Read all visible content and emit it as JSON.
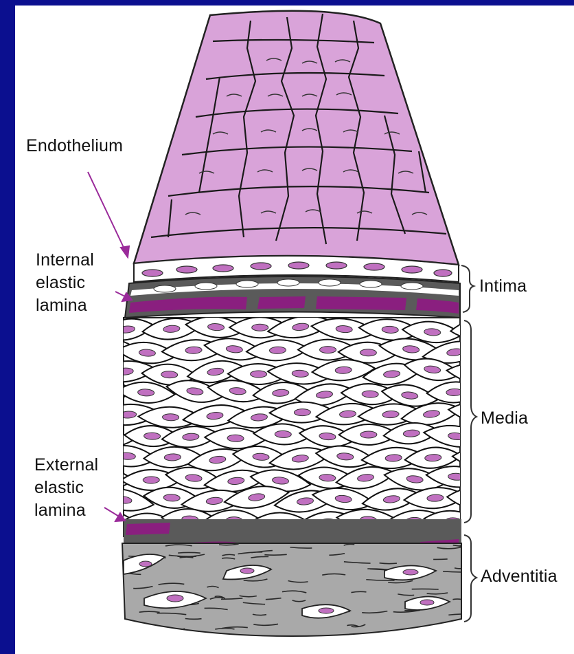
{
  "labels": {
    "endothelium": "Endothelium",
    "internal_elastic_lamina": [
      "Internal",
      "elastic",
      "lamina"
    ],
    "external_elastic_lamina": [
      "External",
      "elastic",
      "lamina"
    ],
    "intima": "Intima",
    "media": "Media",
    "adventitia": "Adventitia"
  },
  "colors": {
    "background_border": "#0b0f8f",
    "endothelium_fill": "#d9a3d9",
    "elastic_lamina": "#8a1f7f",
    "adventitia_fill": "#a9a9a9",
    "nucleus": "#c070c0",
    "pointer_arrow": "#9a2a9a"
  }
}
